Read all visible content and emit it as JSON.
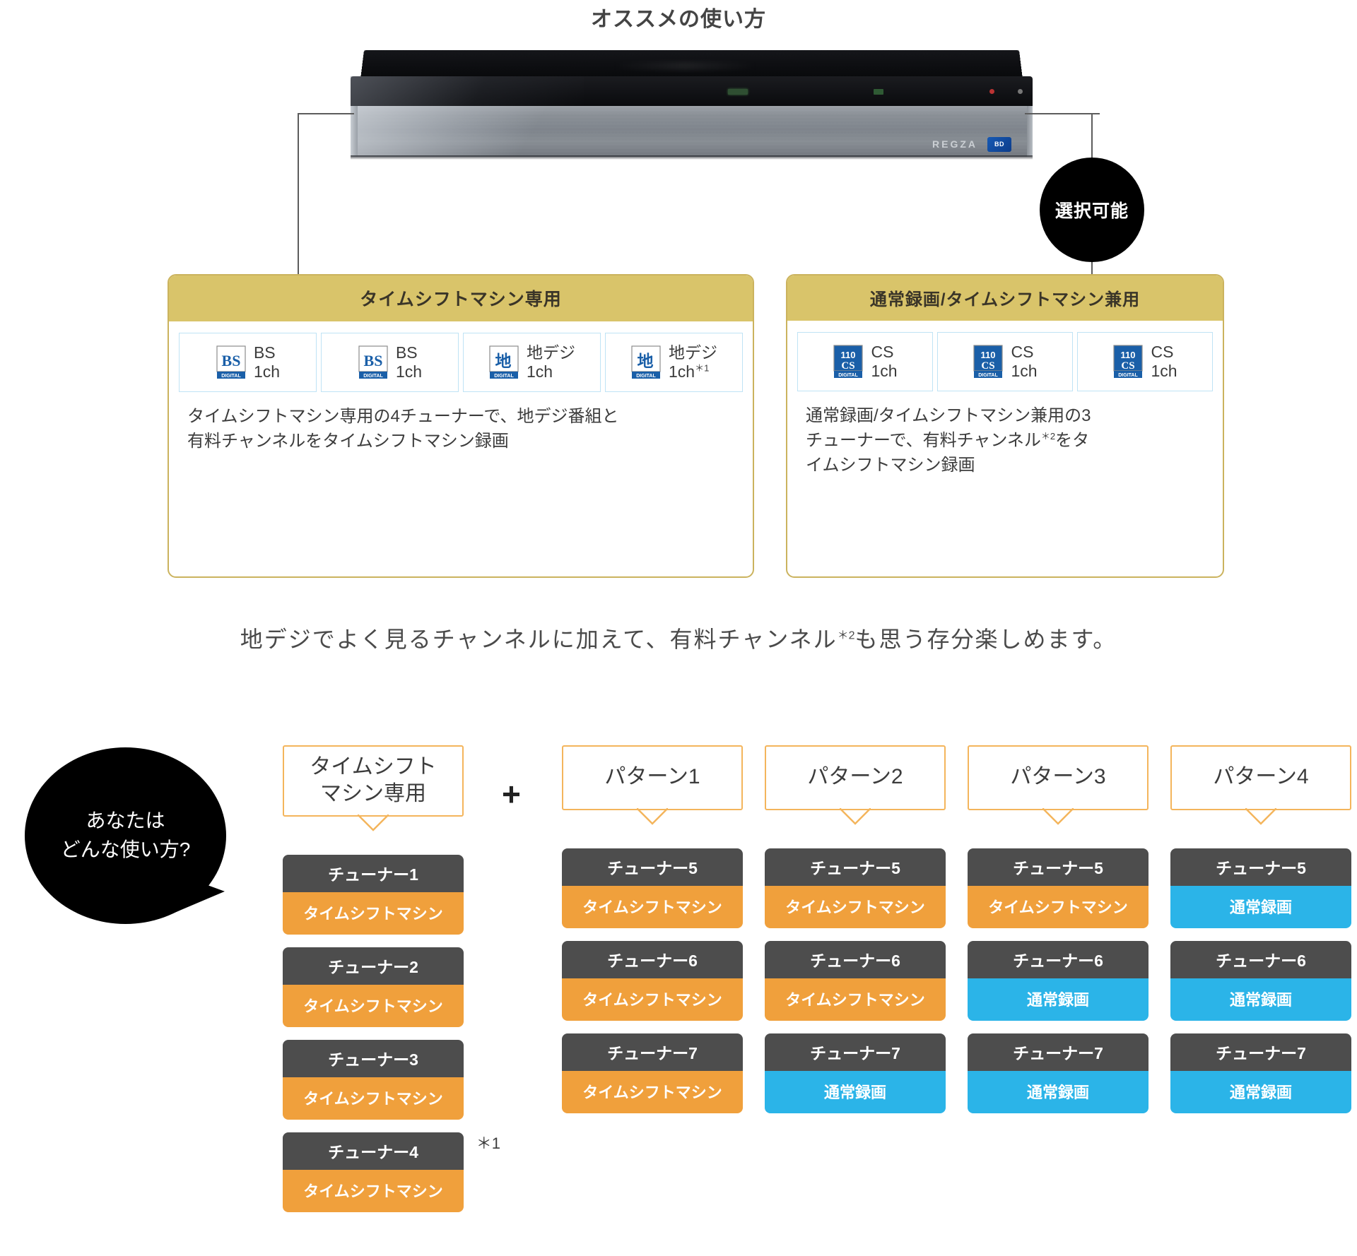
{
  "page": {
    "title": "オススメの使い方",
    "tagline_pre": "地デジでよく見るチャンネルに加えて、有料チャンネル",
    "tagline_sup": "＊2",
    "tagline_post": "も思う存分楽しめます。"
  },
  "device": {
    "brand": "REGZA",
    "disc_logo": "BD"
  },
  "badge": {
    "label": "選択可能"
  },
  "boxes": [
    {
      "id": "timeshift-dedicated",
      "header": "タイムシフトマシン専用",
      "chips": [
        {
          "logo": "bs-digital-logo",
          "line1": "BS",
          "line2": "1ch",
          "sup": ""
        },
        {
          "logo": "bs-digital-logo",
          "line1": "BS",
          "line2": "1ch",
          "sup": ""
        },
        {
          "logo": "chideji-digital-logo",
          "line1": "地デジ",
          "line2": "1ch",
          "sup": ""
        },
        {
          "logo": "chideji-digital-logo",
          "line1": "地デジ",
          "line2": "1ch",
          "sup": "＊1"
        }
      ],
      "description_line1": "タイムシフトマシン専用の4チューナーで、地デジ番組と",
      "description_line2": "有料チャンネルをタイムシフトマシン録画",
      "description_sup": ""
    },
    {
      "id": "normal-and-timeshift",
      "header": "通常録画/タイムシフトマシン兼用",
      "chips": [
        {
          "logo": "cs110-digital-logo",
          "line1": "CS",
          "line2": "1ch",
          "sup": ""
        },
        {
          "logo": "cs110-digital-logo",
          "line1": "CS",
          "line2": "1ch",
          "sup": ""
        },
        {
          "logo": "cs110-digital-logo",
          "line1": "CS",
          "line2": "1ch",
          "sup": ""
        }
      ],
      "description_line1": "通常録画/タイムシフトマシン兼用の3",
      "description_line2a": "チューナーで、有料チャンネル",
      "description_sup": "＊2",
      "description_line2b": "をタ",
      "description_line3": "イムシフトマシン録画"
    }
  ],
  "bubble": {
    "line1": "あなたは",
    "line2": "どんな使い方?"
  },
  "plus_sign": "+",
  "columns": [
    {
      "id": "timeshift-dedicated-col",
      "callout_line1": "タイムシフト",
      "callout_line2": "マシン専用",
      "tuners": [
        {
          "name": "チューナー1",
          "mode": "タイムシフトマシン",
          "type": "shift",
          "note": ""
        },
        {
          "name": "チューナー2",
          "mode": "タイムシフトマシン",
          "type": "shift",
          "note": ""
        },
        {
          "name": "チューナー3",
          "mode": "タイムシフトマシン",
          "type": "shift",
          "note": ""
        },
        {
          "name": "チューナー4",
          "mode": "タイムシフトマシン",
          "type": "shift",
          "note": "＊1"
        }
      ]
    },
    {
      "id": "pattern-1",
      "callout_line1": "パターン1",
      "callout_line2": "",
      "tuners": [
        {
          "name": "チューナー5",
          "mode": "タイムシフトマシン",
          "type": "shift",
          "note": ""
        },
        {
          "name": "チューナー6",
          "mode": "タイムシフトマシン",
          "type": "shift",
          "note": ""
        },
        {
          "name": "チューナー7",
          "mode": "タイムシフトマシン",
          "type": "shift",
          "note": ""
        }
      ]
    },
    {
      "id": "pattern-2",
      "callout_line1": "パターン2",
      "callout_line2": "",
      "tuners": [
        {
          "name": "チューナー5",
          "mode": "タイムシフトマシン",
          "type": "shift",
          "note": ""
        },
        {
          "name": "チューナー6",
          "mode": "タイムシフトマシン",
          "type": "shift",
          "note": ""
        },
        {
          "name": "チューナー7",
          "mode": "通常録画",
          "type": "normal",
          "note": ""
        }
      ]
    },
    {
      "id": "pattern-3",
      "callout_line1": "パターン3",
      "callout_line2": "",
      "tuners": [
        {
          "name": "チューナー5",
          "mode": "タイムシフトマシン",
          "type": "shift",
          "note": ""
        },
        {
          "name": "チューナー6",
          "mode": "通常録画",
          "type": "normal",
          "note": ""
        },
        {
          "name": "チューナー7",
          "mode": "通常録画",
          "type": "normal",
          "note": ""
        }
      ]
    },
    {
      "id": "pattern-4",
      "callout_line1": "パターン4",
      "callout_line2": "",
      "tuners": [
        {
          "name": "チューナー5",
          "mode": "通常録画",
          "type": "normal",
          "note": ""
        },
        {
          "name": "チューナー6",
          "mode": "通常録画",
          "type": "normal",
          "note": ""
        },
        {
          "name": "チューナー7",
          "mode": "通常録画",
          "type": "normal",
          "note": ""
        }
      ]
    }
  ],
  "colors": {
    "gold_header": "#d9c46a",
    "gold_border": "#cbb35e",
    "orange_border": "#f4b55c",
    "tuner_head": "#4d4d4d",
    "timeshift": "#f0a03c",
    "normal_rec": "#2bb4e8",
    "chip_border": "#bfe3f5",
    "logo_blue": "#1a5fa8"
  }
}
